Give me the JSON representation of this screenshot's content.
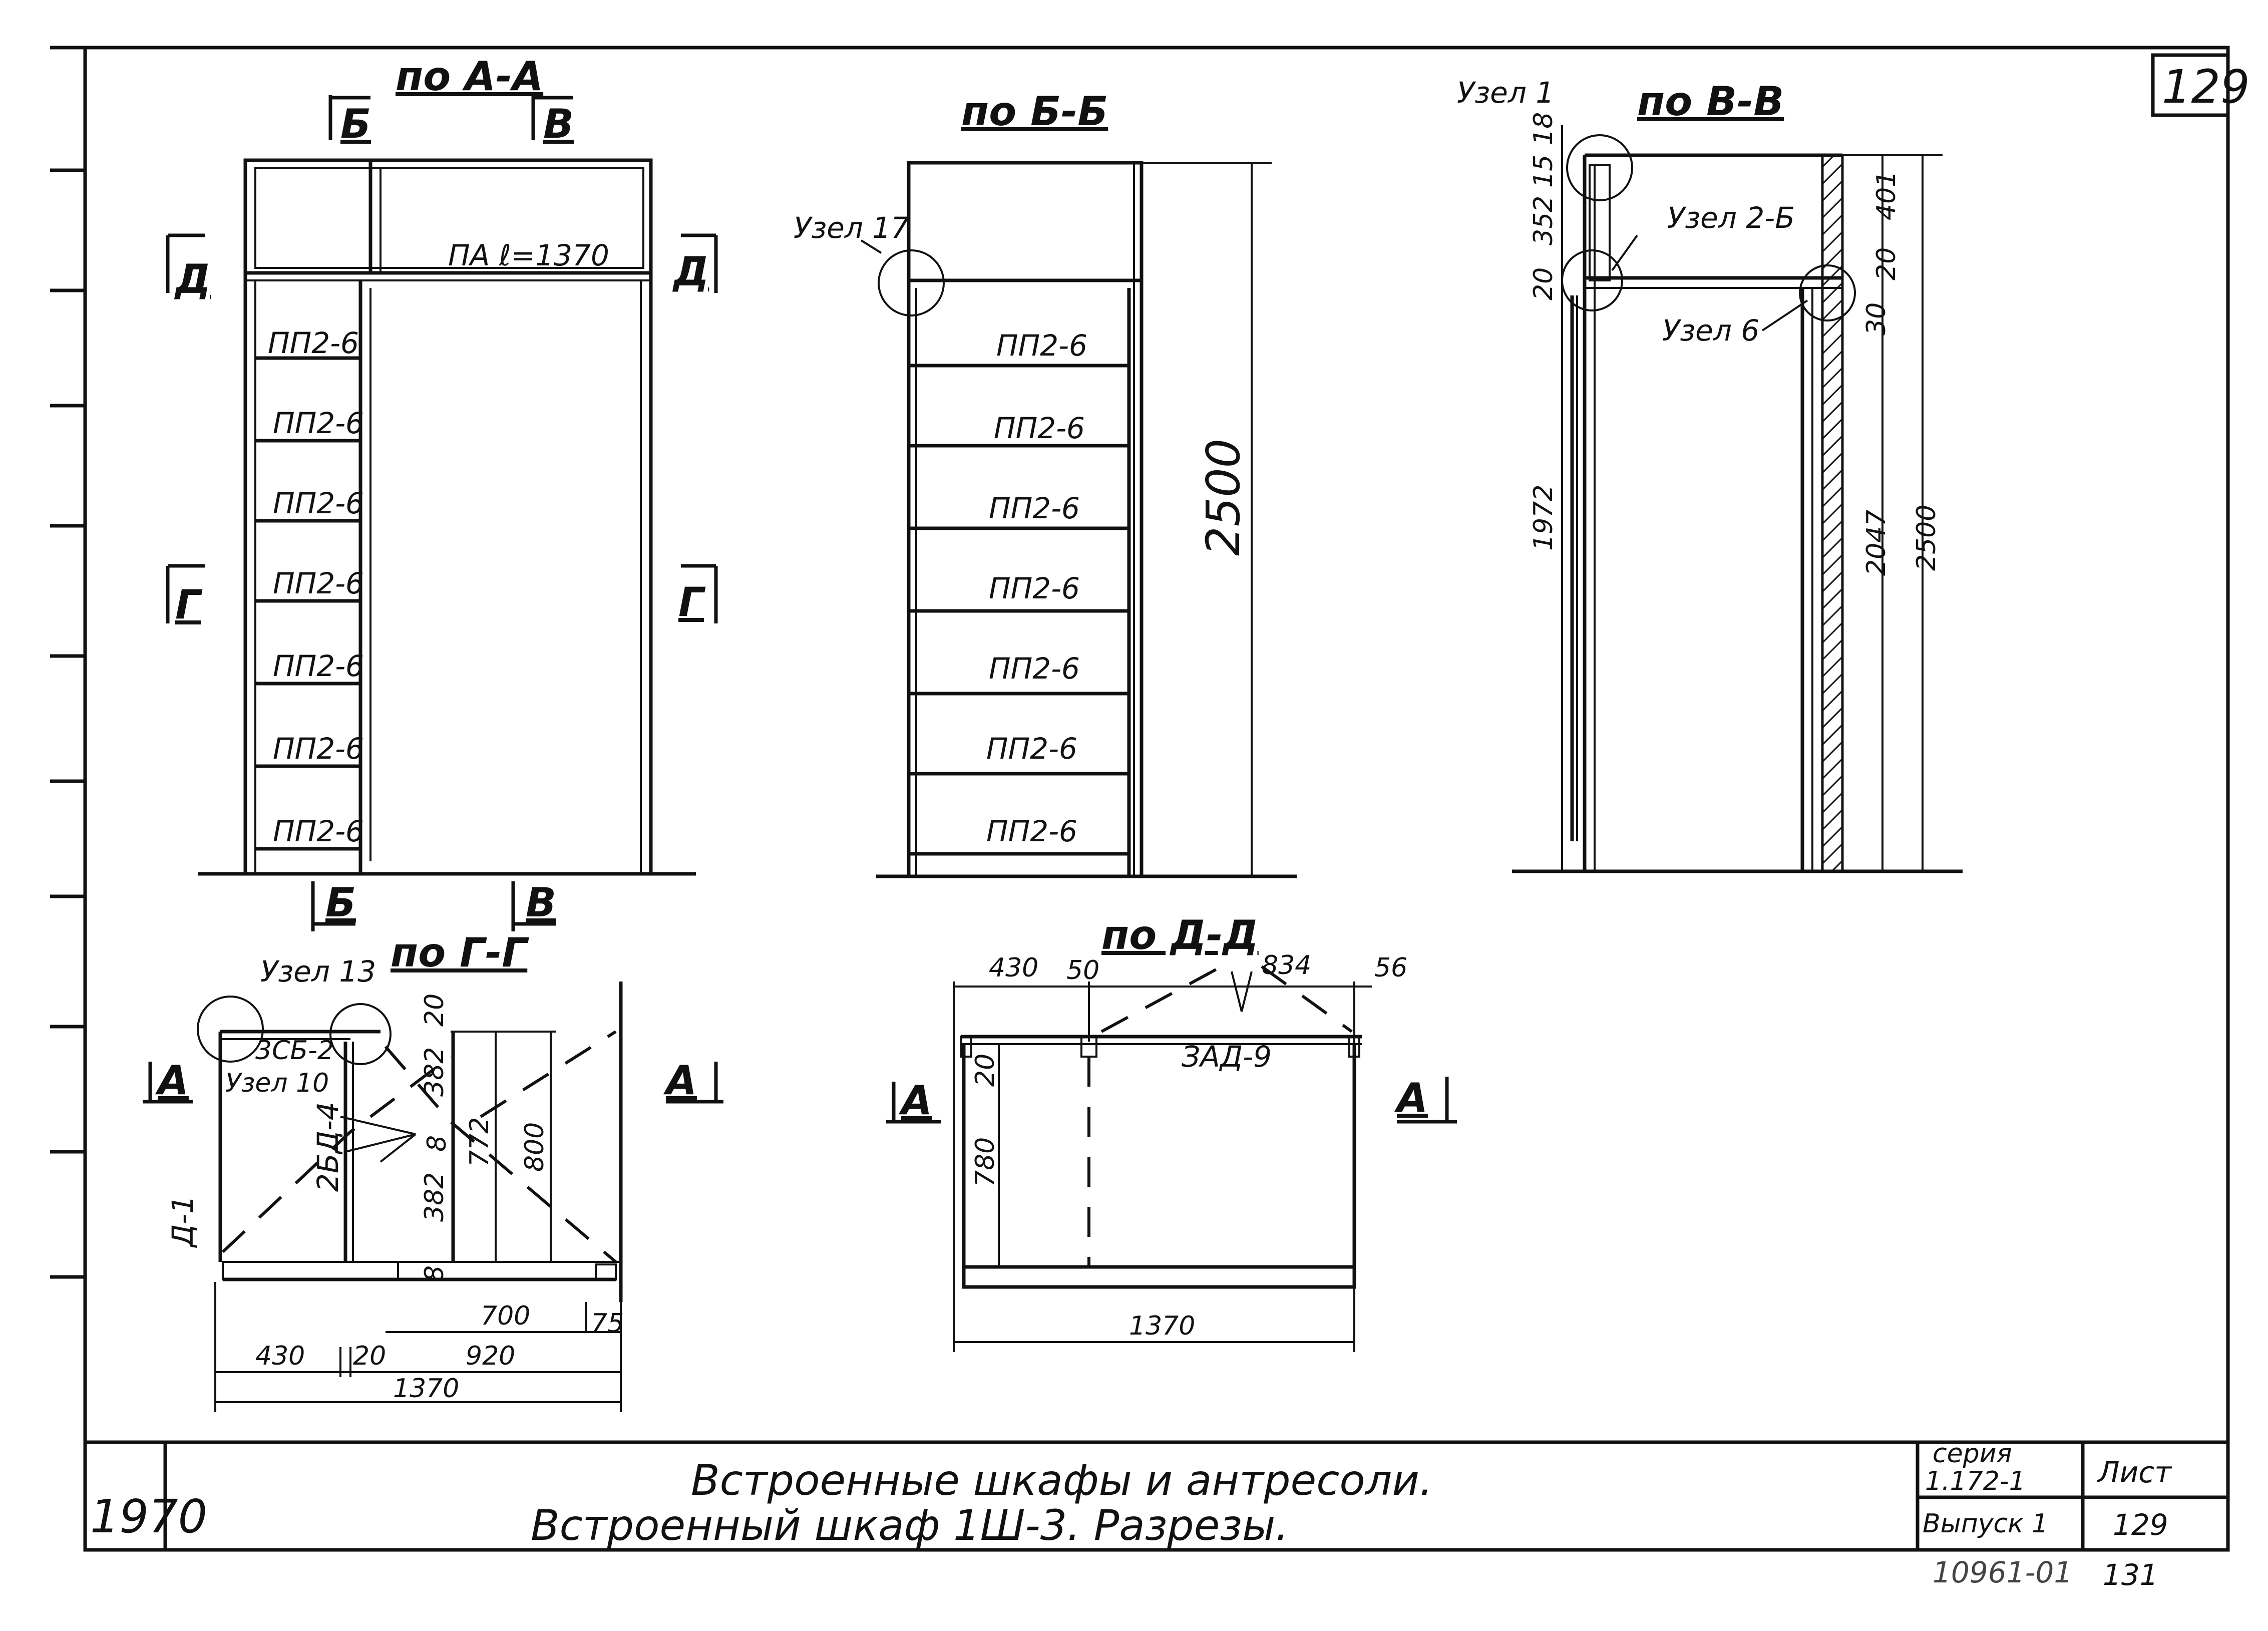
{
  "sheet_number_top": "129",
  "sections": {
    "aa": {
      "title": "по А-А",
      "cut_left": "Б",
      "cut_right": "В",
      "cut_d_left": "Д",
      "cut_d_right": "Д",
      "cut_g_left": "Г",
      "cut_g_right": "Г",
      "cut_b_bottom": "Б",
      "cut_v_bottom": "В",
      "top_panel": "ПА  ℓ=1370",
      "shelves": [
        "ПП2-6",
        "ПП2-6",
        "ПП2-6",
        "ПП2-6",
        "ПП2-6",
        "ПП2-6",
        "ПП2-6"
      ]
    },
    "bb": {
      "title": "по Б-Б",
      "node": "Узел 17",
      "height": "2500",
      "shelves": [
        "ПП2-6",
        "ПП2-6",
        "ПП2-6",
        "ПП2-6",
        "ПП2-6",
        "ПП2-6",
        "ПП2-6"
      ]
    },
    "vv": {
      "title": "по В-В",
      "node1": "Узел 1",
      "node2": "Узел 2-Б",
      "node6": "Узел 6",
      "dims_left": [
        "18",
        "15",
        "352",
        "20",
        "1972"
      ],
      "dims_right": [
        "401",
        "20",
        "30",
        "2047",
        "2500"
      ]
    },
    "gg": {
      "title": "по Г-Г",
      "node13": "Узел 13",
      "node10": "Узел 10",
      "cut_a_left": "А",
      "cut_a_right": "А",
      "part_3sb": "3СБ-2",
      "part_2bd": "2БД-4",
      "part_d1": "Д-1",
      "dims_v": [
        "20",
        "382",
        "8",
        "382",
        "8",
        "772",
        "800"
      ],
      "dims_h": [
        "700",
        "75",
        "430",
        "20",
        "920",
        "1370"
      ]
    },
    "dd": {
      "title": "по Д-Д",
      "cut_a_left": "А",
      "cut_a_right": "А",
      "part_zad": "ЗАД-9",
      "dims": [
        "430",
        "50",
        "834",
        "56",
        "20",
        "780",
        "1370"
      ]
    }
  },
  "title_block": {
    "year": "1970",
    "line1": "Встроенные  шкафы  и  антресоли.",
    "line2": "Встроенный  шкаф  1Ш-3.  Разрезы.",
    "series_label": "серия",
    "series_value": "1.172-1",
    "issue": "Выпуск 1",
    "sheet_label": "Лист",
    "sheet_value": "129"
  },
  "archive_number": "10961-01",
  "archive_page": "131"
}
